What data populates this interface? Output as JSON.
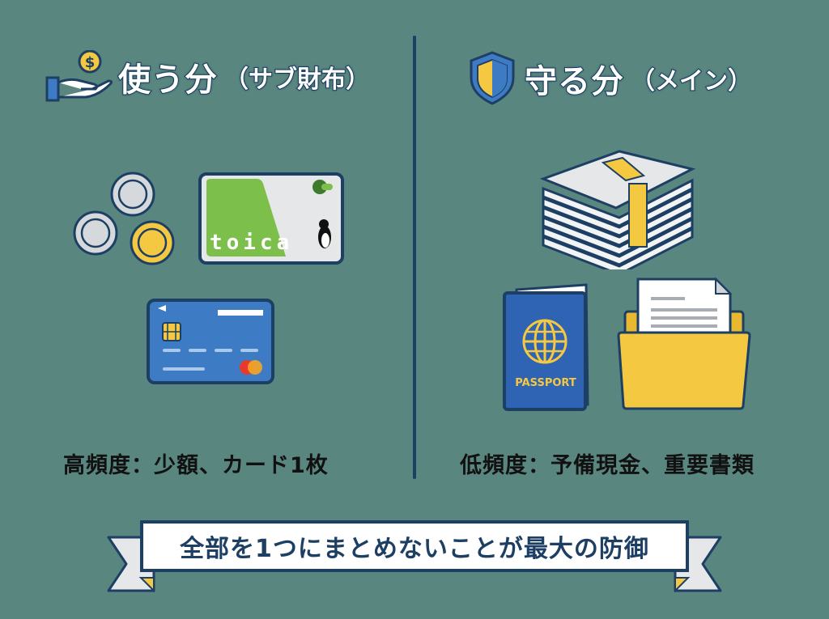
{
  "left_panel": {
    "title": "使う分",
    "subtitle": "（サブ財布）",
    "icon": "hand-holding-coin-icon",
    "items": [
      {
        "name": "coins",
        "icon": "coins-icon"
      },
      {
        "name": "ic-card",
        "label": "toica",
        "icon": "ic-card-icon"
      },
      {
        "name": "credit-card",
        "icon": "credit-card-icon"
      }
    ],
    "caption": "高頻度：少額、カード1枚"
  },
  "right_panel": {
    "title": "守る分",
    "subtitle": "（メイン）",
    "icon": "shield-icon",
    "items": [
      {
        "name": "cash-stack",
        "icon": "cash-stack-icon"
      },
      {
        "name": "passport",
        "label": "PASSPORT",
        "icon": "passport-icon"
      },
      {
        "name": "document-folder",
        "icon": "folder-icon"
      }
    ],
    "caption": "低頻度：予備現金、重要書類"
  },
  "banner": {
    "text": "全部を1つにまとめないことが最大の防御"
  },
  "colors": {
    "background": "#5a8680",
    "navy": "#1d3f63",
    "yellow": "#f5c842",
    "blue": "#3d7cc4",
    "green": "#7cbf4a",
    "silver": "#d6d9dc"
  }
}
